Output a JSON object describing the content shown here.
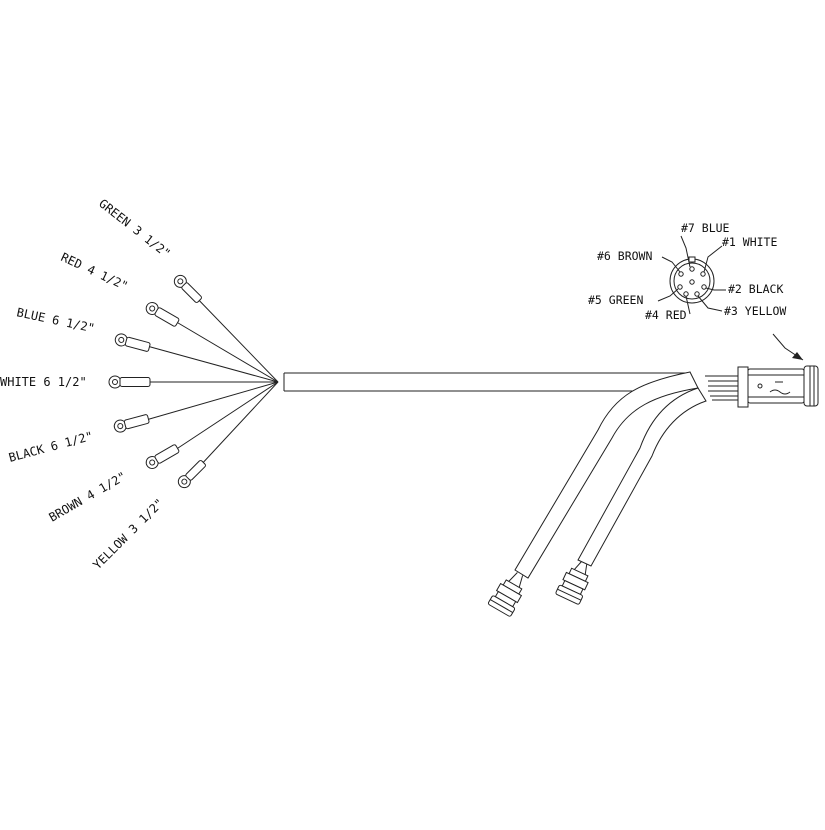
{
  "wires": [
    {
      "label": "GREEN 3 1/2\""
    },
    {
      "label": "RED 4 1/2\""
    },
    {
      "label": "BLUE 6 1/2\""
    },
    {
      "label": "WHITE 6 1/2\""
    },
    {
      "label": "BLACK 6 1/2\""
    },
    {
      "label": "BROWN 4 1/2\""
    },
    {
      "label": "YELLOW 3 1/2\""
    }
  ],
  "connector_pins": [
    {
      "label": "#7 BLUE"
    },
    {
      "label": "#1 WHITE"
    },
    {
      "label": "#6 BROWN"
    },
    {
      "label": "#2 BLACK"
    },
    {
      "label": "#5 GREEN"
    },
    {
      "label": "#3 YELLOW"
    },
    {
      "label": "#4 RED"
    }
  ]
}
